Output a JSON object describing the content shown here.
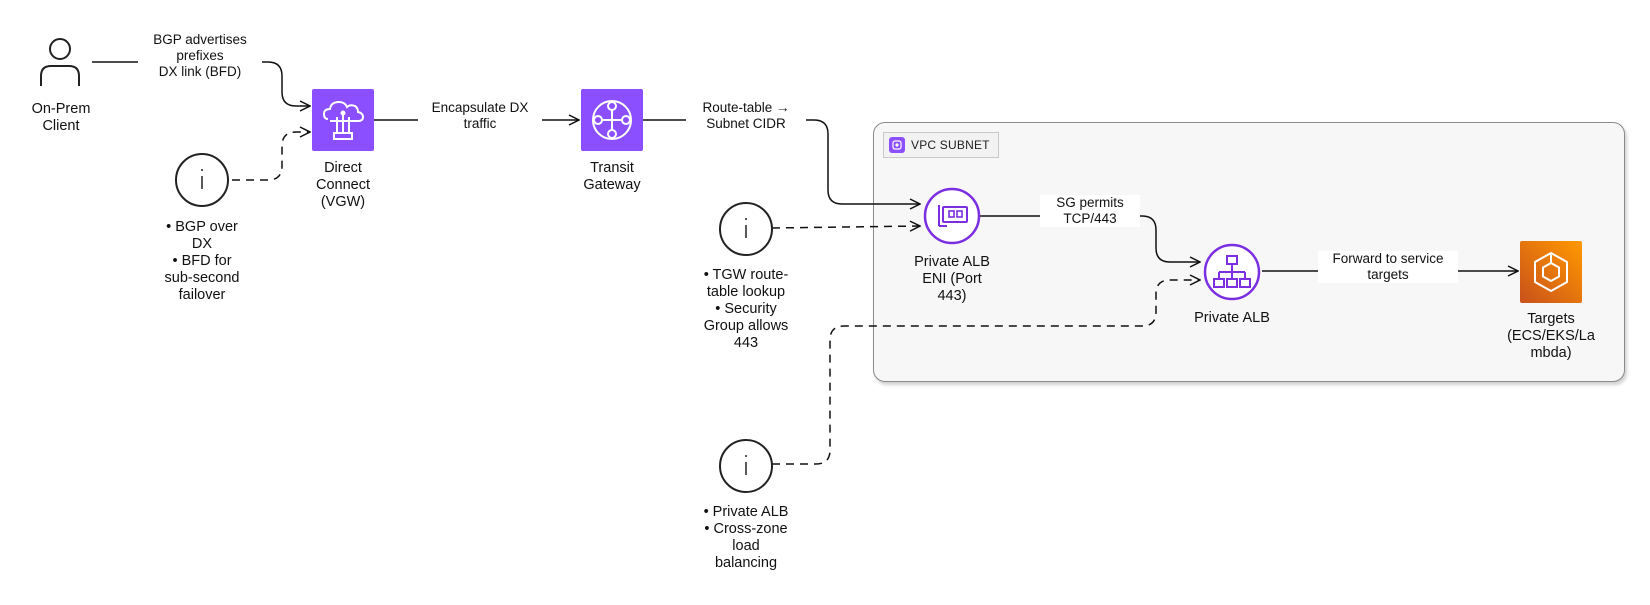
{
  "vpc": {
    "label": "VPC SUBNET"
  },
  "nodes": {
    "client": {
      "label_line1": "On-Prem",
      "label_line2": "Client",
      "icon": "user-icon"
    },
    "dx": {
      "label_line1": "Direct",
      "label_line2": "Connect",
      "label_line3": "(VGW)",
      "icon": "direct-connect-icon",
      "color": "#8c4fff"
    },
    "tgw": {
      "label_line1": "Transit",
      "label_line2": "Gateway",
      "icon": "transit-gateway-icon",
      "color": "#8c4fff"
    },
    "eni": {
      "label_line1": "Private ALB",
      "label_line2": "ENI (Port",
      "label_line3": "443)",
      "icon": "network-interface-icon",
      "color": "#7b2fe0"
    },
    "alb": {
      "label_line1": "Private ALB",
      "icon": "load-balancer-icon",
      "color": "#7b2fe0"
    },
    "targets": {
      "label_line1": "Targets",
      "label_line2": "(ECS/EKS/La",
      "label_line3": "mbda)",
      "icon": "containers-icon",
      "color": "#ed7100"
    }
  },
  "notes": {
    "note1": {
      "lines": [
        "• BGP over",
        "DX",
        "• BFD for",
        "sub-second",
        "failover"
      ],
      "icon": "info-icon"
    },
    "note2": {
      "lines": [
        "• TGW route-",
        "table lookup",
        "• Security",
        "Group allows",
        "443"
      ],
      "icon": "info-icon"
    },
    "note3": {
      "lines": [
        "• Private ALB",
        "• Cross-zone",
        "load",
        "balancing"
      ],
      "icon": "info-icon"
    }
  },
  "edges": {
    "client_dx": {
      "lines": [
        "BGP advertises",
        "prefixes",
        "DX link (BFD)"
      ]
    },
    "dx_tgw": {
      "lines": [
        "Encapsulate DX",
        "traffic"
      ]
    },
    "tgw_eni": {
      "lines": [
        "Route-table →",
        "Subnet CIDR"
      ]
    },
    "eni_alb": {
      "lines": [
        "SG permits",
        "TCP/443"
      ]
    },
    "alb_targets": {
      "lines": [
        "Forward to service",
        "targets"
      ]
    }
  }
}
